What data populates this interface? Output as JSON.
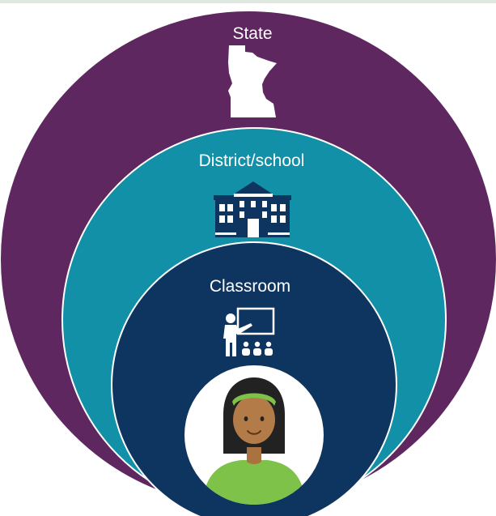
{
  "diagram": {
    "levels": [
      {
        "label": "State",
        "icon": "minnesota-state-icon",
        "color": "#5f2760"
      },
      {
        "label": "District/school",
        "icon": "school-building-icon",
        "color": "#1290a8"
      },
      {
        "label": "Classroom",
        "icon": "teacher-classroom-icon",
        "color": "#0e3560"
      }
    ],
    "center": {
      "icon": "student-girl-icon",
      "color": "#ffffff"
    }
  }
}
